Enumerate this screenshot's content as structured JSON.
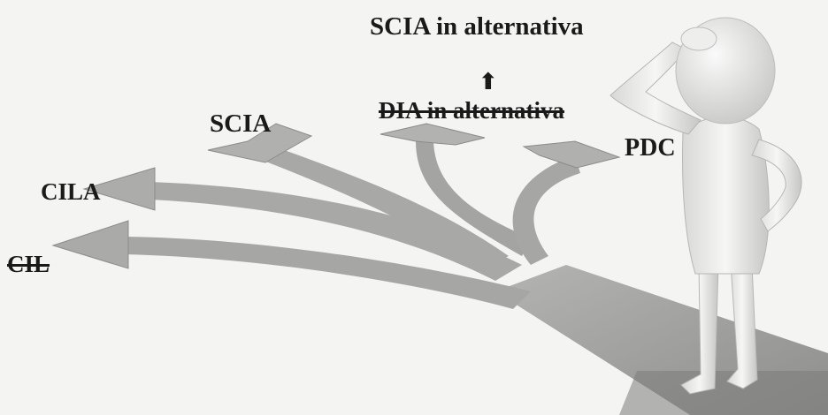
{
  "labels": {
    "top_option": "SCIA in alternativa",
    "up_arrow": "⬆",
    "dia_option": "DIA in alternativa",
    "scia": "SCIA",
    "pdc": "PDC",
    "cila": "CILA",
    "cil": "CIL"
  },
  "colors": {
    "background": "#f4f4f2",
    "road": "#9c9c9a",
    "arrow": "#a8a8a6",
    "figure": "#e8e8e6",
    "text": "#1a1a1a"
  },
  "struck_options": [
    "DIA in alternativa",
    "CIL"
  ]
}
